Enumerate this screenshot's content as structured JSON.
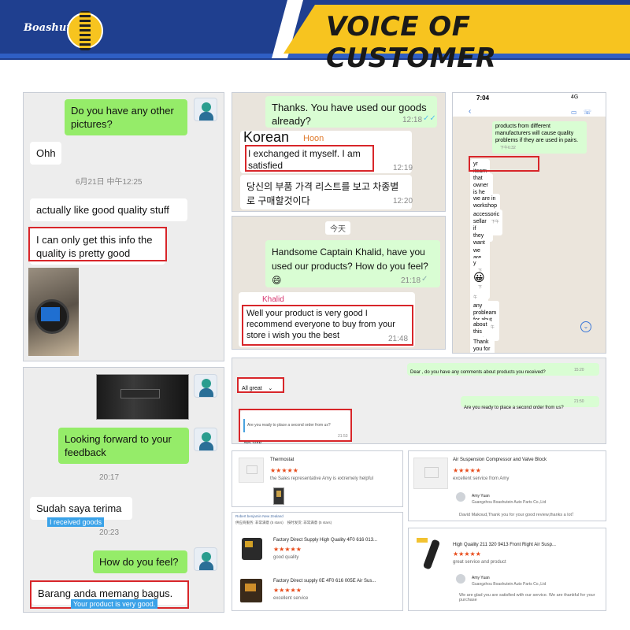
{
  "header": {
    "title": "VOICE OF CUSTOMER",
    "brand": "Boashutein"
  },
  "chat1": {
    "msg1": "Do you have any other pictures?",
    "msg2": "Ohh",
    "timestamp": "6月21日 中午12:25",
    "msg3": "actually like good quality stuff",
    "msg4": "I can only get this info the quality is pretty good"
  },
  "chat2": {
    "msg1": "Thanks. You have used our goods already?",
    "msg1_time": "12:18",
    "lang_label": "Korean",
    "sender": "Hoon",
    "msg2": "I exchanged it myself. I am satisfied",
    "msg2_time": "12:19",
    "msg3": "당신의 부품 가격 리스트를 보고 차종별로 구매할것이다",
    "msg3_time": "12:20"
  },
  "chat3": {
    "day_label": "今天",
    "msg1": "Handsome Captain Khalid, have you used our products? How do you feel?😄",
    "msg1_time": "21:18",
    "sender": "Khalid",
    "msg2": "Well your product is very good I recommend everyone to buy from your store i wish you the best",
    "msg2_time": "21:48"
  },
  "chat4": {
    "status_time": "7:04",
    "status_right": "4G",
    "messages": [
      {
        "text": "products from different manufacturers will cause quality problems if they are used in pairs.",
        "time": "下午6:32",
        "mine": true
      },
      {
        "text": "yr iteam is good qualit",
        "time": "下午6:41",
        "mine": false
      },
      {
        "text": "that owner is he can't used for money",
        "time": "下午6:41",
        "mine": false
      },
      {
        "text": "we are in workshop",
        "time": "下午6:42",
        "mine": false
      },
      {
        "text": "accessoric sellar",
        "time": "下午6:42",
        "mine": false
      },
      {
        "text": "if they want we will order from china",
        "time": "下午6:42",
        "mine": false
      },
      {
        "text": "we are trust.",
        "time": "下午6:43",
        "mine": false
      },
      {
        "text": "y",
        "time": "下午6:43",
        "mine": false
      },
      {
        "text": "😀",
        "time": "下午6:43",
        "mine": false
      },
      {
        "text": "any probleam for abut this",
        "time": "下午6:44",
        "mine": false
      },
      {
        "text": "about this",
        "time": "下午6:44",
        "mine": false
      },
      {
        "text": "Thank you for your product",
        "time": "",
        "mine": false
      }
    ]
  },
  "chat5": {
    "msg1": "Looking forward to your feedback",
    "time1": "20:17",
    "msg2": "Sudah saya terima",
    "msg2_translation": "I received goods",
    "time2": "20:23",
    "msg3": "How do you feel?",
    "msg4": "Barang anda memang bagus.",
    "msg4_translation": "Your product is very good."
  },
  "chat6": {
    "msg1": "Dear      , do you have any comments about products you received?",
    "msg1_time": "15:20",
    "reply1": "All great",
    "msg2": "Are you ready to place a second order from us?",
    "msg2_time": "21:50",
    "quote": "Are you ready to place a second order from us?",
    "reply2": "Yes sure",
    "reply2_time": "21:53"
  },
  "review1": {
    "title": "Thermostat",
    "stars": "★★★★★",
    "text": "the Sales representative Amy is extremely helpful"
  },
  "review2": {
    "title": "Air Suspension Compressor and Valve Block",
    "stars": "★★★★★",
    "text": "excellent service from Amy",
    "seller_name": "Amy Yuan",
    "seller_company": "Guangzhou Boashutein Auto Parts Co.,Ltd",
    "reply": "David Makoud,Thank you for your good review,thanks a lot！"
  },
  "review3": {
    "buyer_line": "Robert benjamin New Zealand",
    "rating_label1": "供应商服务: 非常满意",
    "rating_value1": "(5 stars)",
    "rating_label2": "按时发货: 非常满意",
    "rating_value2": "(5 stars)",
    "item1_title": "Factory Direct Supply High Quality 4F0 616 013...",
    "item1_stars": "★★★★★",
    "item1_text": "good quality",
    "item2_title": "Factory Direct supply 0E 4F0 616 005E Air Sus...",
    "item2_stars": "★★★★★",
    "item2_text": "excellent service"
  },
  "review4": {
    "title": "High Quality 211 320 9413 Front Right Air Susp...",
    "stars": "★★★★★",
    "text": "great service and product",
    "seller_name": "Amy Yuan",
    "seller_company": "Guangzhou Boashutein Auto Parts Co.,Ltd",
    "reply": "We are glad you are satisfied with our service.  We are thankful for your purchase"
  },
  "colors": {
    "header_blue": "#1f3f8f",
    "header_yellow": "#f7c41f",
    "wechat_green": "#95ec69",
    "whatsapp_green": "#d9fdd3",
    "highlight_red": "#d8262a",
    "star_orange": "#e84b1a"
  }
}
